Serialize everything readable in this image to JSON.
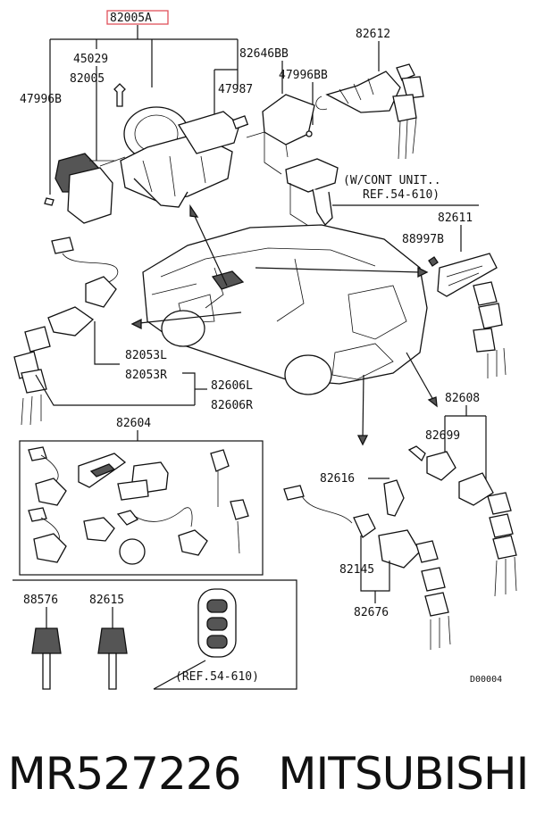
{
  "labels": {
    "p82005A": "82005A",
    "p45029": "45029",
    "p82005": "82005",
    "p47996B": "47996B",
    "p47987": "47987",
    "p82646BB": "82646BB",
    "p47996BB": "47996BB",
    "p82612": "82612",
    "wcont1": "(W/CONT UNIT..",
    "wcont2": "REF.54-610)",
    "p82611": "82611",
    "p88997B": "88997B",
    "p82053L": "82053L",
    "p82053R": "82053R",
    "p82606L": "82606L",
    "p82606R": "82606R",
    "p82604": "82604",
    "p82608": "82608",
    "p82699": "82699",
    "p82616": "82616",
    "p82145": "82145",
    "p82676": "82676",
    "p88576": "88576",
    "p82615": "82615",
    "ref54": "(REF.54-610)",
    "code": "D00004"
  },
  "caption": {
    "part_number": "MR527226",
    "brand": "MITSUBISHI"
  },
  "colors": {
    "highlight_box": "#e0505a",
    "ink": "#111111"
  }
}
